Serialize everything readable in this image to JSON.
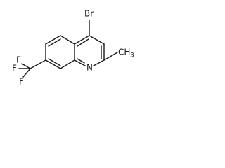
{
  "molecule": {
    "atoms": {
      "bromine": "Br",
      "nitrogen": "N",
      "fluorine_top": "F",
      "fluorine_left": "F",
      "fluorine_bottom": "F",
      "methyl_c": "CH",
      "methyl_sub": "3"
    }
  }
}
